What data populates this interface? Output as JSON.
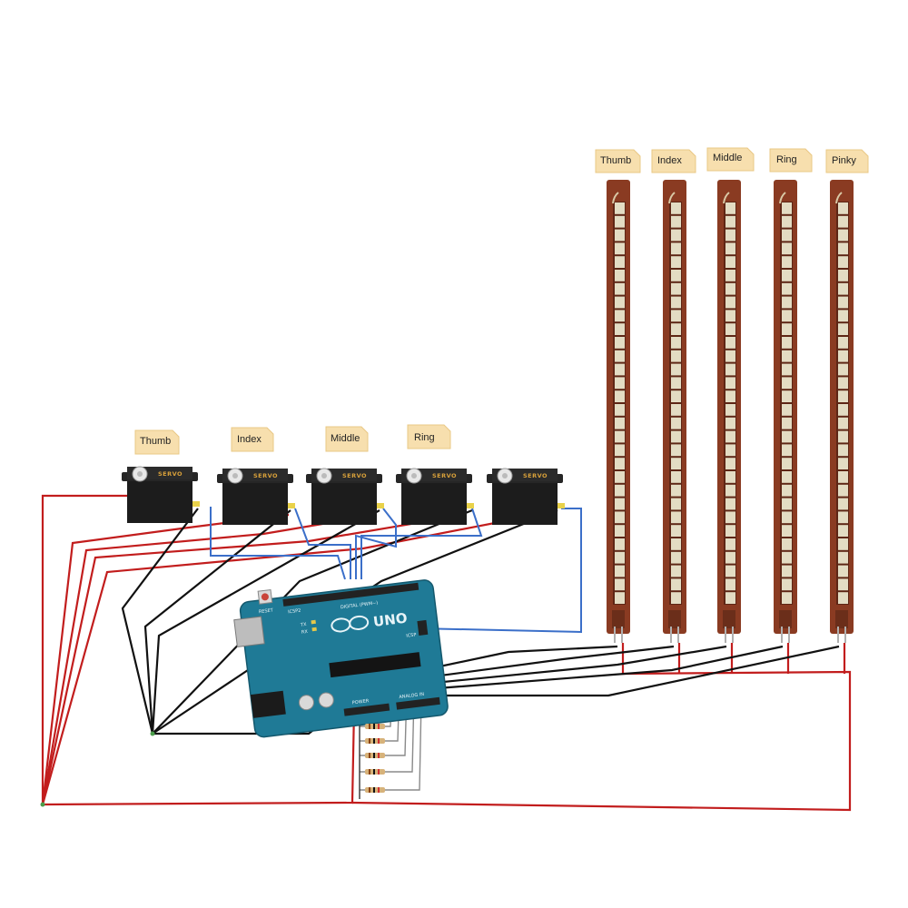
{
  "servo_labels": [
    "Thumb",
    "Index",
    "Middle",
    "Ring"
  ],
  "servo_word": "SERVO",
  "flex_labels": [
    "Thumb",
    "Index",
    "Middle",
    "Ring",
    "Pinky"
  ],
  "board": {
    "reset": "RESET",
    "icsp_top": "ICSP2",
    "icsp_side": "ICSP",
    "tx": "TX",
    "rx": "RX",
    "power": "POWER",
    "analog": "ANALOG IN",
    "digital": "DIGITAL (PWM~)",
    "uno": "UNO"
  },
  "colors": {
    "power_wire": "#c21d1d",
    "ground_wire": "#111111",
    "signal_wire": "#3b6fc9",
    "board": "#1f7a96",
    "flex_brown": "#8a3b22",
    "label_note": "#f7dfae"
  }
}
